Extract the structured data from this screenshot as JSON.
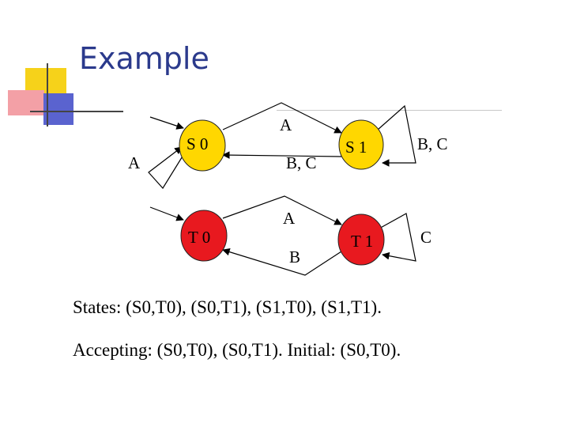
{
  "slide": {
    "title": "Example"
  },
  "diagram": {
    "states": {
      "s0": "S 0",
      "s1": "S 1",
      "t0": "T 0",
      "t1": "T 1"
    },
    "labels": {
      "a_top": "A",
      "a_self_s0": "A",
      "bc_s0_s1": "B, C",
      "bc_self_s1": "B, C",
      "a_t": "A",
      "b_t": "B",
      "c_self_t1": "C"
    },
    "colors": {
      "accepting": "#ffd700",
      "non_accepting": "#e8191f",
      "title": "#2b3a8c"
    }
  },
  "text": {
    "states_line": "States: (S0,T0), (S0,T1), (S1,T0), (S1,T1).",
    "accepting_line": "Accepting: (S0,T0), (S0,T1). Initial: (S0,T0)."
  }
}
